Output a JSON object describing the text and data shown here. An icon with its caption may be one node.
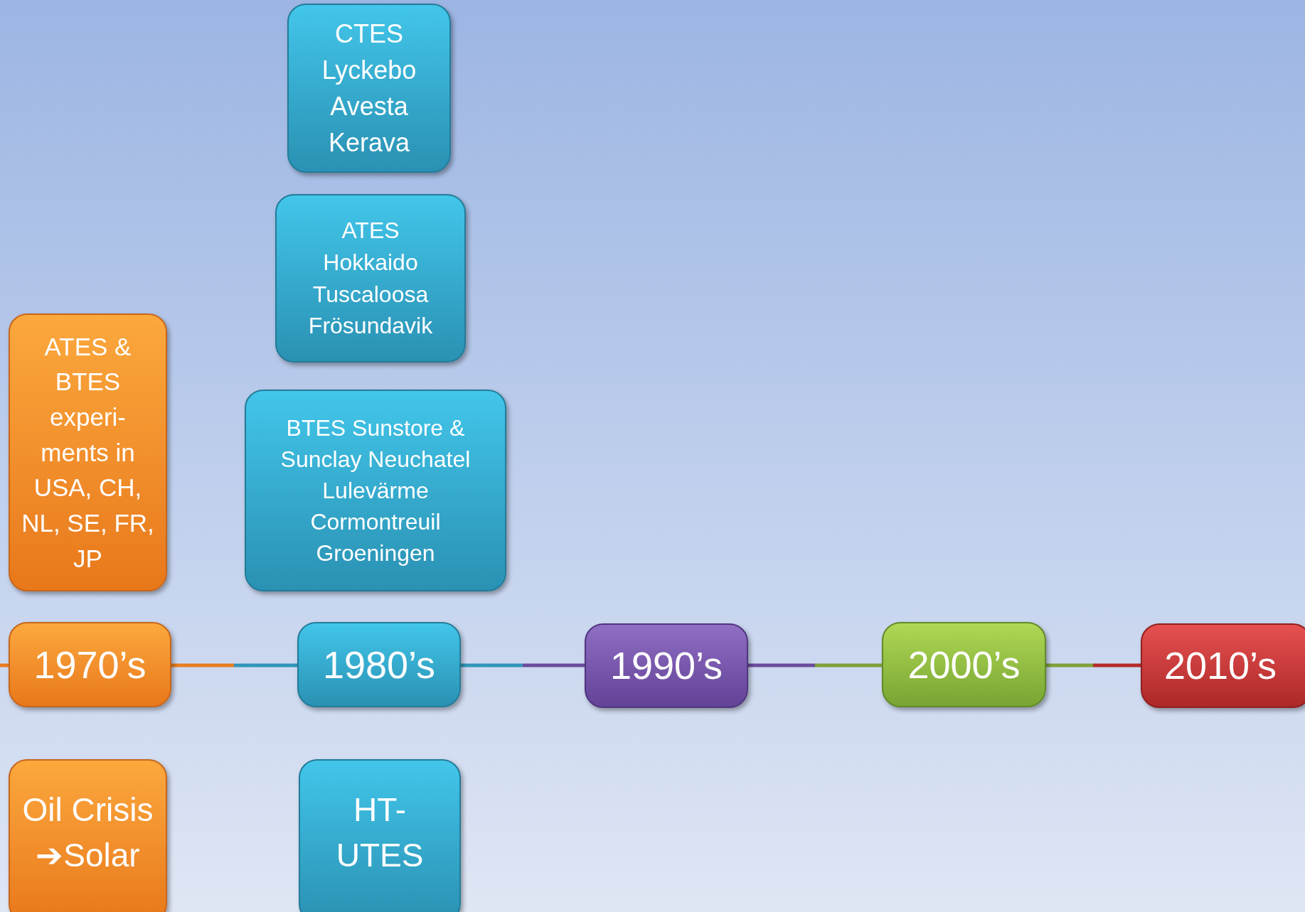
{
  "diagram": {
    "nodes": [
      {
        "text": [
          "1970’s"
        ]
      },
      {
        "text": [
          "1980’s"
        ]
      },
      {
        "text": [
          "1990’s"
        ]
      },
      {
        "text": [
          "2000’s"
        ]
      },
      {
        "text": [
          "2010’s"
        ]
      },
      {
        "text": [
          "ATES & BTES experi- ments in USA, CH, NL, SE, FR, JP"
        ]
      },
      {
        "text": [
          "Oil Crisis ➔Solar"
        ]
      },
      {
        "text": [
          "CTES Lyckebo Avesta Kerava"
        ]
      },
      {
        "text": [
          "ATES Hokkaido Tuscaloosa Frösundavik"
        ]
      },
      {
        "text": [
          "BTES Sunstore & Sunclay Neuchatel Lulevärme Cormontreuil Groeningen"
        ]
      },
      {
        "text": [
          "HT- UTES"
        ]
      }
    ],
    "edges": [
      {
        "from": null,
        "to": 0,
        "arrow": "none",
        "color": "#e87d1e"
      },
      {
        "from": 0,
        "to": 1,
        "arrow": "none",
        "color": "#e87d1e"
      },
      {
        "from": 1,
        "to": 2,
        "arrow": "none",
        "color": "#3196b8"
      },
      {
        "from": 2,
        "to": 3,
        "arrow": "none",
        "color": "#6a4c9c"
      },
      {
        "from": 3,
        "to": 4,
        "arrow": "none",
        "color": "#7ea23a"
      }
    ]
  }
}
